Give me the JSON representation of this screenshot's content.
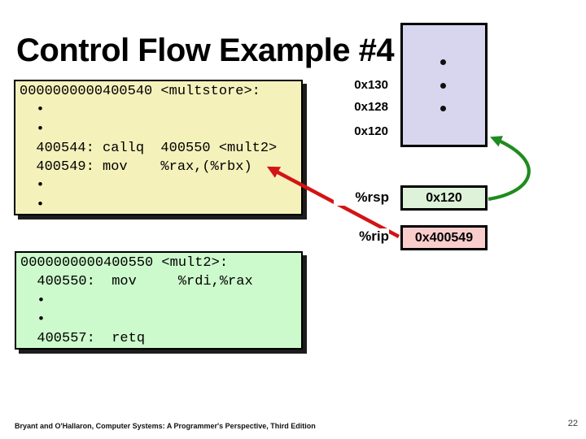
{
  "title": "Control Flow Example #4",
  "footer": {
    "attribution": "Bryant and O'Hallaron, Computer Systems: A Programmer's Perspective, Third Edition",
    "page_number": "22"
  },
  "code_boxes": {
    "multstore": {
      "bg_color": "#F4F1BB",
      "lines": [
        "0000000000400540 <multstore>:",
        "  •",
        "  •",
        "  400544: callq  400550 <mult2>",
        "  400549: mov    %rax,(%rbx)",
        "  •",
        "  •"
      ]
    },
    "mult2": {
      "bg_color": "#CCFACC",
      "lines": [
        "0000000000400550 <mult2>:",
        "  400550:  mov     %rdi,%rax",
        "  •",
        "  •",
        "  400557:  retq"
      ]
    }
  },
  "stack_diagram": {
    "box_color": "#D7D6EE",
    "address_labels": [
      "0x130",
      "0x128",
      "0x120"
    ]
  },
  "registers": {
    "rsp": {
      "label": "%rsp",
      "value": "0x120",
      "box_color": "#DDF2D8"
    },
    "rip": {
      "label": "%rip",
      "value": "0x400549",
      "box_color": "#FACDCD"
    }
  },
  "arrows": {
    "rip_arrow_color": "#D31414",
    "rsp_arrow_color": "#1E8C1E"
  }
}
